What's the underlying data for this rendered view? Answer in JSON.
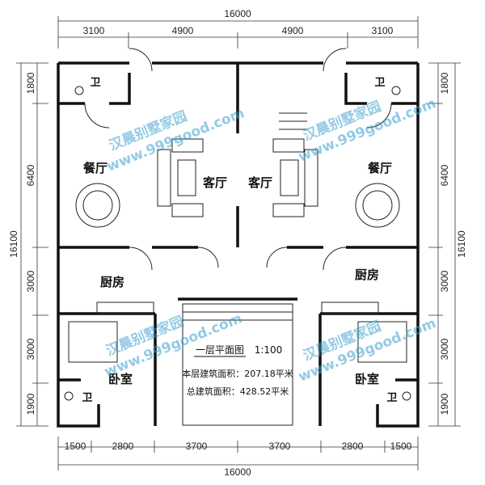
{
  "dimensions": {
    "top_total": "16000",
    "top_segments": [
      "3100",
      "4900",
      "4900",
      "3100"
    ],
    "bottom_total": "16000",
    "bottom_segments": [
      "1500",
      "2800",
      "3700",
      "3700",
      "2800",
      "1500"
    ],
    "left_total": "16100",
    "left_segments": [
      "1800",
      "6400",
      "3000",
      "3000",
      "1900"
    ],
    "right_total": "16100",
    "right_segments": [
      "1800",
      "6400",
      "3000",
      "3000",
      "1900"
    ]
  },
  "rooms": {
    "bathroom": "卫",
    "dining": "餐厅",
    "living": "客厅",
    "kitchen": "厨房",
    "bedroom": "卧室"
  },
  "plan_title": {
    "name": "一层平面图",
    "scale": "1:100",
    "floor_area": "本层建筑面积：207.18平米",
    "total_area": "总建筑面积：428.52平米"
  },
  "watermark": {
    "brand": "汉晨别墅家园",
    "site": "www.999good.com"
  },
  "colors": {
    "walls": "#111111",
    "watermark": "#3aa0d0"
  }
}
